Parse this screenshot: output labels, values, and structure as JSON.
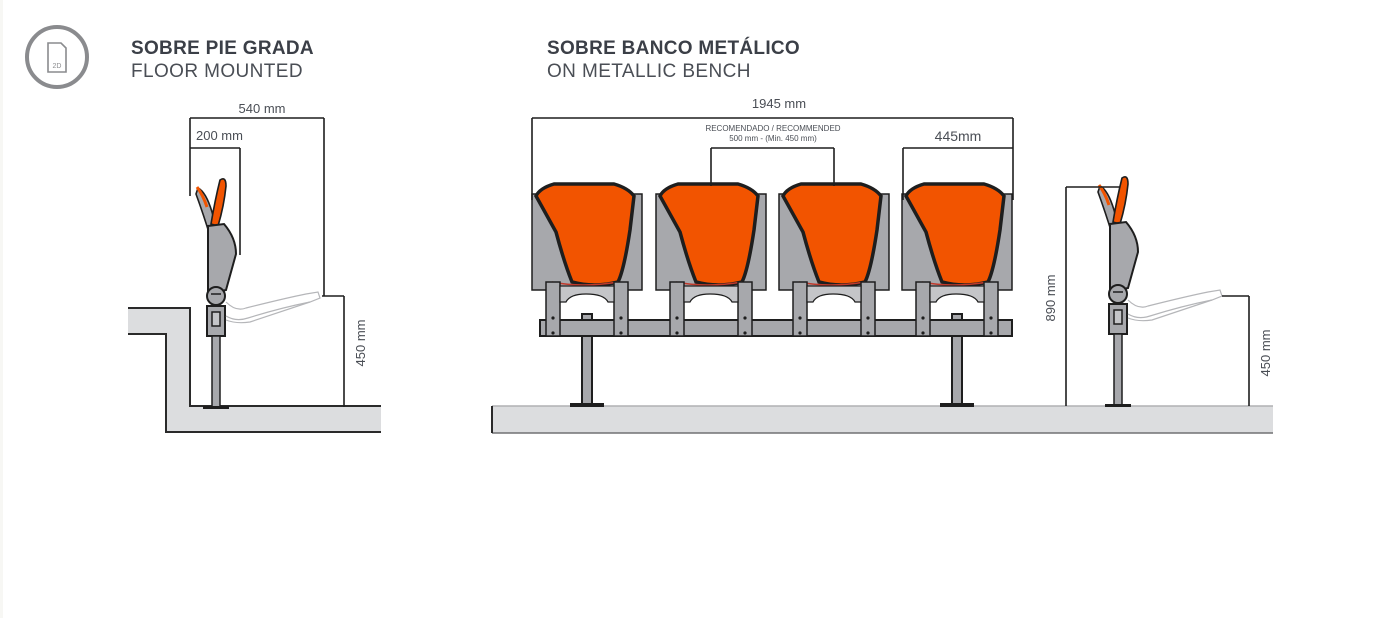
{
  "icon": {
    "name": "2d-document-icon",
    "label": "2D"
  },
  "sections": [
    {
      "title_es": "SOBRE PIE GRADA",
      "title_en": "FLOOR MOUNTED",
      "dimensions": {
        "depth": "540 mm",
        "back_offset": "200 mm",
        "seat_height": "450 mm"
      }
    },
    {
      "title_es": "SOBRE BANCO METÁLICO",
      "title_en": "ON METALLIC BENCH",
      "dimensions": {
        "total_width": "1945 mm",
        "recommended_line1": "RECOMENDADO / RECOMMENDED",
        "recommended_line2": "500 mm - (Min. 450 mm)",
        "seat_width": "445mm",
        "total_height": "890 mm",
        "seat_height": "450 mm"
      },
      "seat_count": 4
    }
  ],
  "colors": {
    "seat_orange": "#f25400",
    "frame_gray": "#a7a8ac",
    "floor_gray": "#dcdddf",
    "outline": "#1e1e1e",
    "text": "#3b3f47"
  }
}
